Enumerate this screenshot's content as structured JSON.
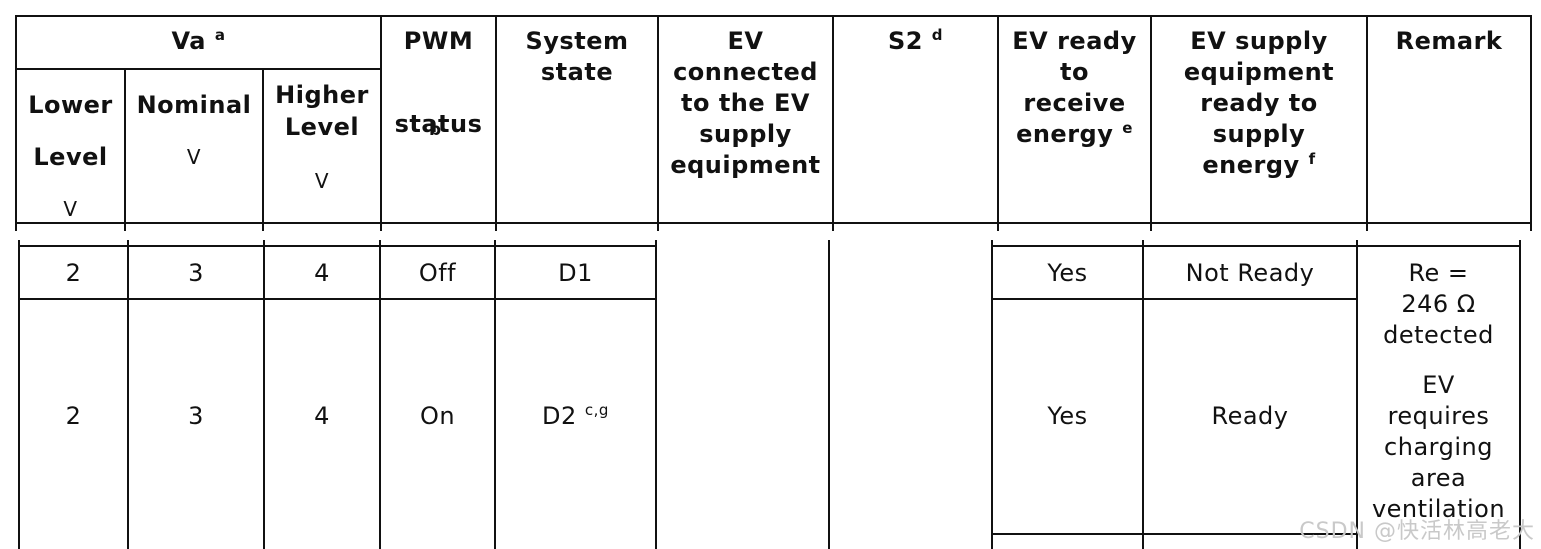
{
  "header": {
    "va": "Va",
    "va_sup": "a",
    "lower_level": [
      "Lower",
      "Level",
      "V"
    ],
    "nominal": [
      "Nominal",
      "V"
    ],
    "higher_level": [
      "Higher",
      "Level",
      "V"
    ],
    "pwm": [
      "PWM",
      "status"
    ],
    "pwm_sup": "b",
    "system_state": [
      "System",
      "state"
    ],
    "ev_connected": [
      "EV",
      "connected",
      "to the EV",
      "supply",
      "equipment"
    ],
    "s2": "S2",
    "s2_sup": "d",
    "ev_ready": [
      "EV ready",
      "to",
      "receive",
      "energy"
    ],
    "ev_ready_sup": "e",
    "evse_ready": [
      "EV supply",
      "equipment",
      "ready to",
      "supply",
      "energy"
    ],
    "evse_ready_sup": "f",
    "remark": "Remark"
  },
  "rows": [
    {
      "lower": "2",
      "nominal": "3",
      "higher": "4",
      "pwm": "Off",
      "state": "D1",
      "state_sup": "",
      "ev_ready": "Yes",
      "evse_ready": "Not Ready"
    },
    {
      "lower": "2",
      "nominal": "3",
      "higher": "4",
      "pwm": "On",
      "state": "D2",
      "state_sup": "c,g",
      "ev_ready": "Yes",
      "evse_ready": "Ready"
    }
  ],
  "remark_cell": [
    "Re =",
    "246 Ω",
    "detected",
    "EV",
    "requires",
    "charging",
    "area",
    "ventilation"
  ],
  "watermark": "CSDN @快活林高老大"
}
